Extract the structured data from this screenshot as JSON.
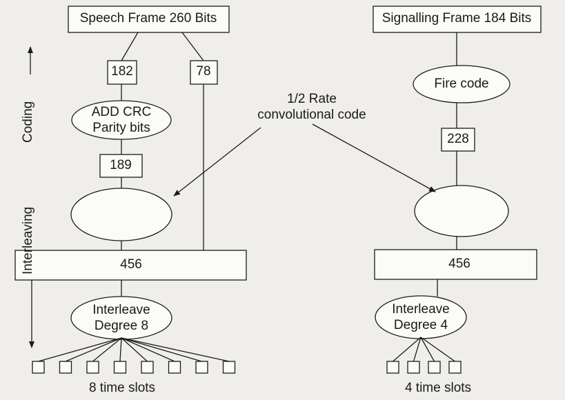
{
  "speech": {
    "frame_label": "Speech Frame 260 Bits",
    "split_a": "182",
    "split_b": "78",
    "crc_label_line1": "ADD CRC",
    "crc_label_line2": "Parity bits",
    "after_crc": "189",
    "total": "456",
    "interleave_line1": "Interleave",
    "interleave_line2": "Degree 8",
    "slots_label": "8 time slots",
    "slot_count": 8
  },
  "signalling": {
    "frame_label": "Signalling Frame 184 Bits",
    "fire_code": "Fire code",
    "after_fire": "228",
    "total": "456",
    "interleave_line1": "Interleave",
    "interleave_line2": "Degree 4",
    "slots_label": "4 time slots",
    "slot_count": 4
  },
  "annotation": {
    "line1": "1/2 Rate",
    "line2": "convolutional code"
  },
  "side_labels": {
    "coding": "Coding",
    "interleaving": "Interleaving"
  }
}
